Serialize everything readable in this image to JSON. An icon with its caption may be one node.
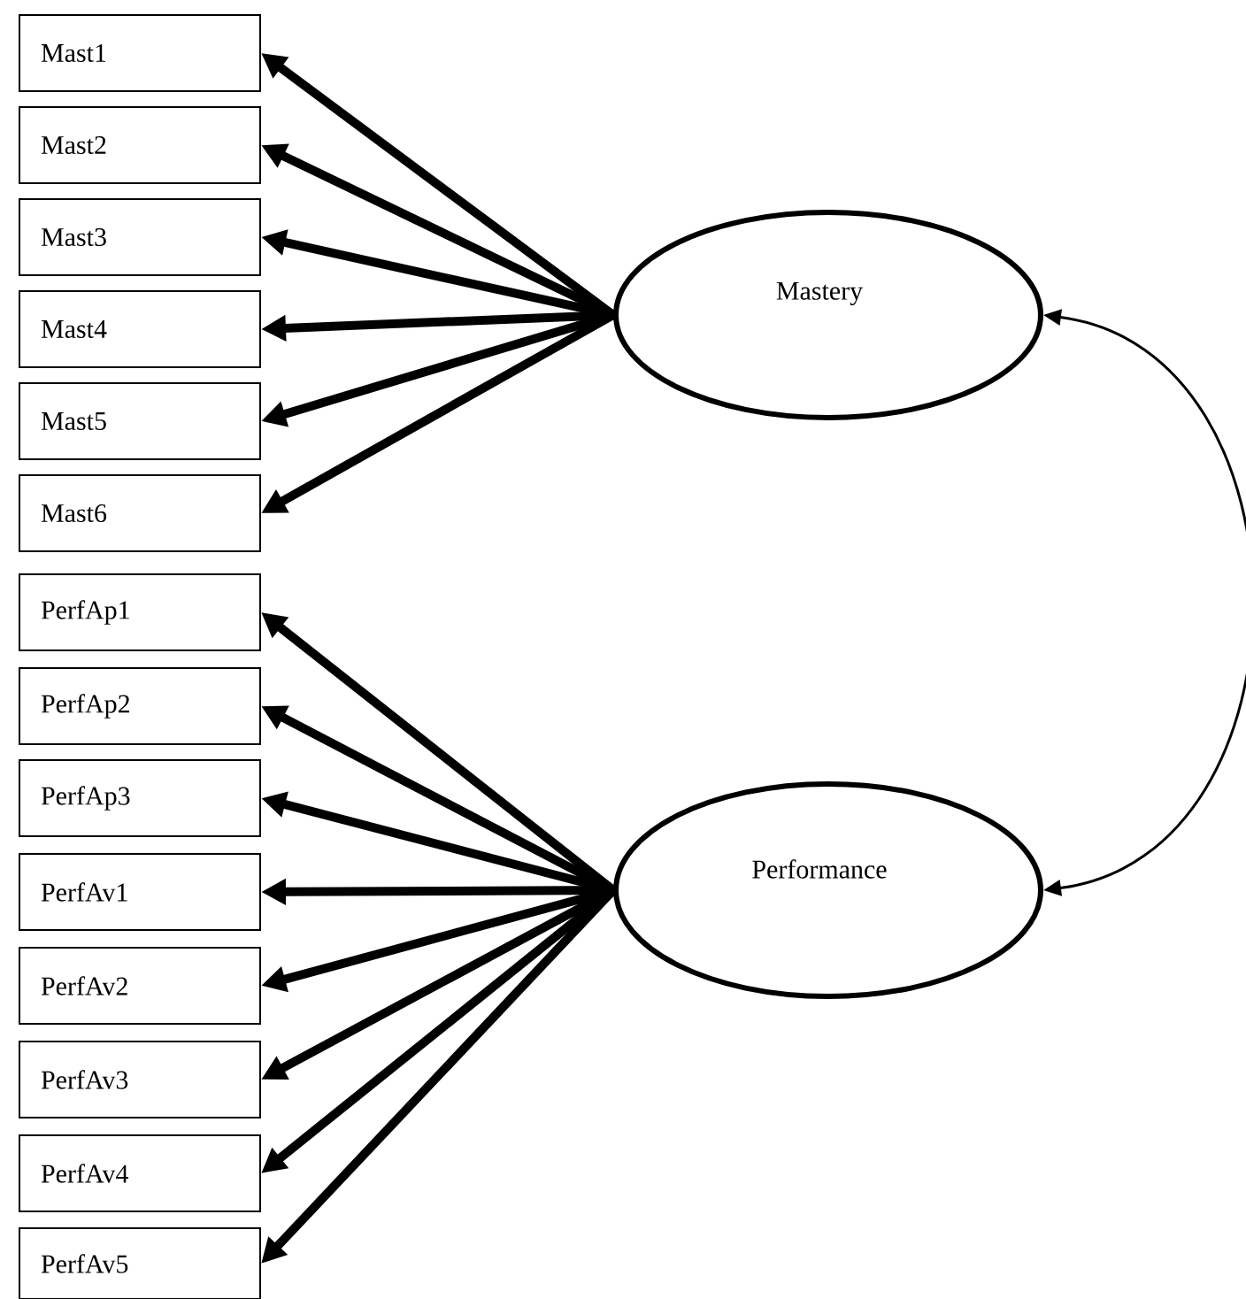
{
  "diagram": {
    "nodes": [
      {
        "text": [
          "Mast1"
        ]
      },
      {
        "text": [
          "Mast2"
        ]
      },
      {
        "text": [
          "Mast3"
        ]
      },
      {
        "text": [
          "Mast4"
        ]
      },
      {
        "text": [
          "Mast5"
        ]
      },
      {
        "text": [
          "Mast6"
        ]
      },
      {
        "text": [
          "PerfAp1"
        ]
      },
      {
        "text": [
          "PerfAp2"
        ]
      },
      {
        "text": [
          "PerfAp3"
        ]
      },
      {
        "text": [
          "PerfAv1"
        ]
      },
      {
        "text": [
          "PerfAv2"
        ]
      },
      {
        "text": [
          "PerfAv3"
        ]
      },
      {
        "text": [
          "PerfAv4"
        ]
      },
      {
        "text": [
          "PerfAv5"
        ]
      },
      {
        "text": [
          "Mastery"
        ]
      },
      {
        "text": [
          "Performance"
        ]
      }
    ],
    "edges": [
      {
        "from": 14,
        "to": 0,
        "arrow": "to"
      },
      {
        "from": 14,
        "to": 1,
        "arrow": "to"
      },
      {
        "from": 14,
        "to": 2,
        "arrow": "to"
      },
      {
        "from": 14,
        "to": 3,
        "arrow": "to"
      },
      {
        "from": 14,
        "to": 4,
        "arrow": "to"
      },
      {
        "from": 14,
        "to": 5,
        "arrow": "to"
      },
      {
        "from": 15,
        "to": 6,
        "arrow": "to"
      },
      {
        "from": 15,
        "to": 7,
        "arrow": "to"
      },
      {
        "from": 15,
        "to": 8,
        "arrow": "to"
      },
      {
        "from": 15,
        "to": 9,
        "arrow": "to"
      },
      {
        "from": 15,
        "to": 10,
        "arrow": "to"
      },
      {
        "from": 15,
        "to": 11,
        "arrow": "to"
      },
      {
        "from": 15,
        "to": 12,
        "arrow": "to"
      },
      {
        "from": 15,
        "to": 13,
        "arrow": "to"
      },
      {
        "from": 14,
        "to": 15,
        "arrow": "both"
      }
    ]
  }
}
